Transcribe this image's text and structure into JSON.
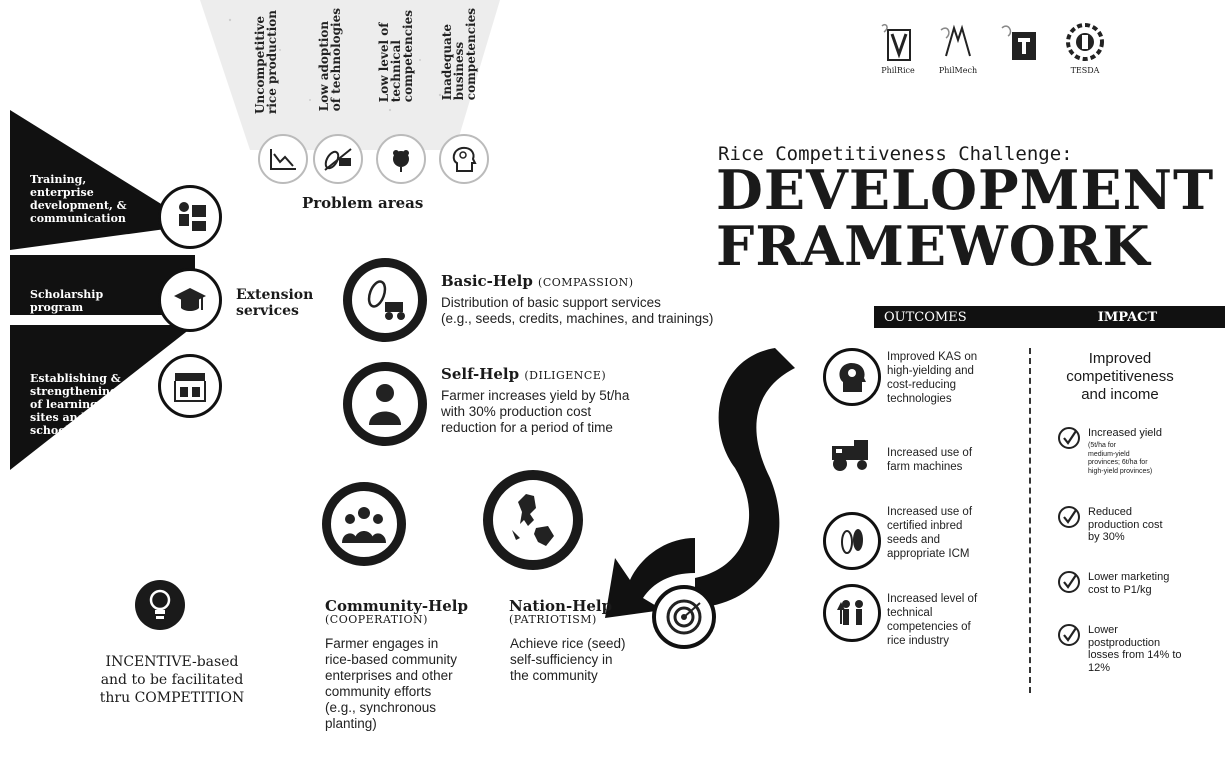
{
  "problem_areas": {
    "labels": [
      "Uncompetitive\nrice production",
      "Low adoption\nof technologies",
      "Low level of\ntechnical\ncompetencies",
      "Inadequate\nbusiness\ncompetencies"
    ],
    "caption": "Problem areas"
  },
  "logos": [
    "PhilRice",
    "PhilMech",
    "",
    "TESDA"
  ],
  "title": {
    "subtitle": "Rice Competitiveness Challenge:",
    "line1": "DEVELOPMENT",
    "line2": "FRAMEWORK"
  },
  "extension": {
    "items": [
      "Training,\nenterprise\ndevelopment, &\ncommunication",
      "Scholarship\nprogram",
      "Establishing &\nstrengthening\nof learning\nsites and farm\nschools"
    ],
    "label": "Extension\nservices"
  },
  "helps": [
    {
      "name": "Basic-Help",
      "virtue": "(COMPASSION)",
      "desc": "Distribution of basic support services\n(e.g., seeds, credits, machines, and trainings)"
    },
    {
      "name": "Self-Help",
      "virtue": "(DILIGENCE)",
      "desc": "Farmer increases yield by 5t/ha\nwith 30% production cost\nreduction for a period of time"
    },
    {
      "name": "Community-Help",
      "virtue": "(COOPERATION)",
      "desc": "Farmer engages in\nrice-based community\nenterprises and other\ncommunity efforts\n(e.g., synchronous\nplanting)"
    },
    {
      "name": "Nation-Help",
      "virtue": "(PATRIOTISM)",
      "desc": "Achieve rice (seed)\nself-sufficiency in\nthe community"
    }
  ],
  "outcomes": {
    "header": "OUTCOMES",
    "items": [
      "Improved KAS on\nhigh-yielding and\ncost-reducing\ntechnologies",
      "Increased use of\nfarm machines",
      "Increased use of\ncertified inbred\nseeds and\nappropriate ICM",
      "Increased level of\ntechnical\ncompetencies of\nrice industry"
    ]
  },
  "impact": {
    "header": "IMPACT",
    "heading": "Improved\ncompetitiveness\nand income",
    "items": [
      {
        "text": "Increased yield",
        "sub": "(5t/ha for\nmedium-yield\nprovinces; 6t/ha for\nhigh-yield provinces)"
      },
      {
        "text": "Reduced\nproduction cost\nby 30%",
        "sub": ""
      },
      {
        "text": "Lower marketing\ncost to P1/kg",
        "sub": ""
      },
      {
        "text": "Lower\npostproduction\nlosses from 14% to\n12%",
        "sub": ""
      }
    ]
  },
  "incentive": "INCENTIVE-based\nand to be facilitated\nthru COMPETITION"
}
